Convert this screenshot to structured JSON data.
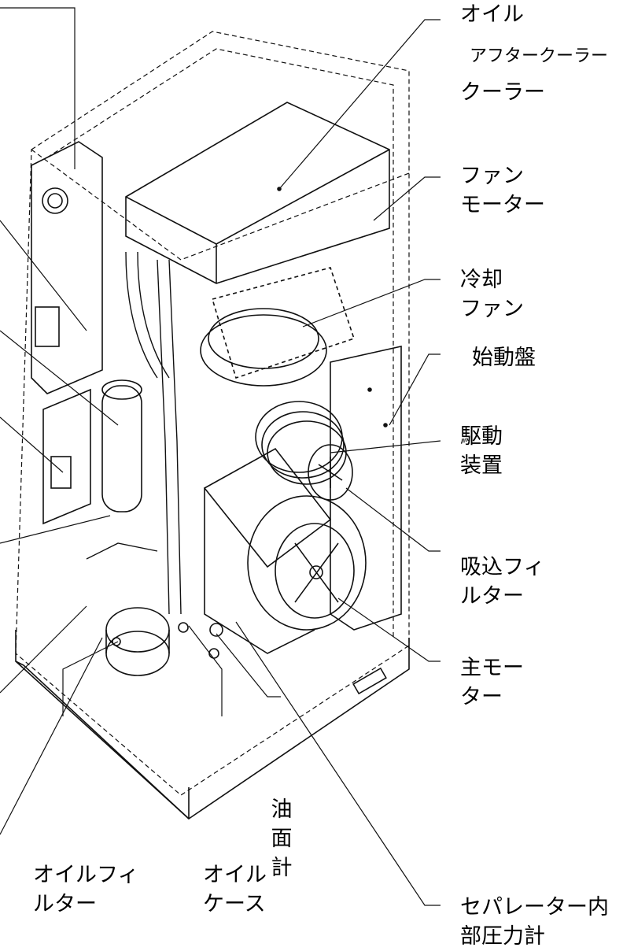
{
  "labels": {
    "oil": "オイル",
    "aftercooler": "アフタークーラー",
    "cooler": "クーラー",
    "fan_motor_1": "ファン",
    "fan_motor_2": "モーター",
    "cooling_fan_1": "冷却",
    "cooling_fan_2": "ファン",
    "starter_panel": "始動盤",
    "drive_1": "駆動",
    "drive_2": "装置",
    "intake_filter_1": "吸込フィ",
    "intake_filter_2": "ルター",
    "main_motor_1": "主モー",
    "main_motor_2": "ター",
    "oil_level_gauge": [
      "油",
      "面",
      "計"
    ],
    "oil_filter_1": "オイルフィ",
    "oil_filter_2": "ルター",
    "oil_case_1": "オイル",
    "oil_case_2": "ケース",
    "separator_gauge_1": "セパレーター内",
    "separator_gauge_2": "部圧力計"
  }
}
